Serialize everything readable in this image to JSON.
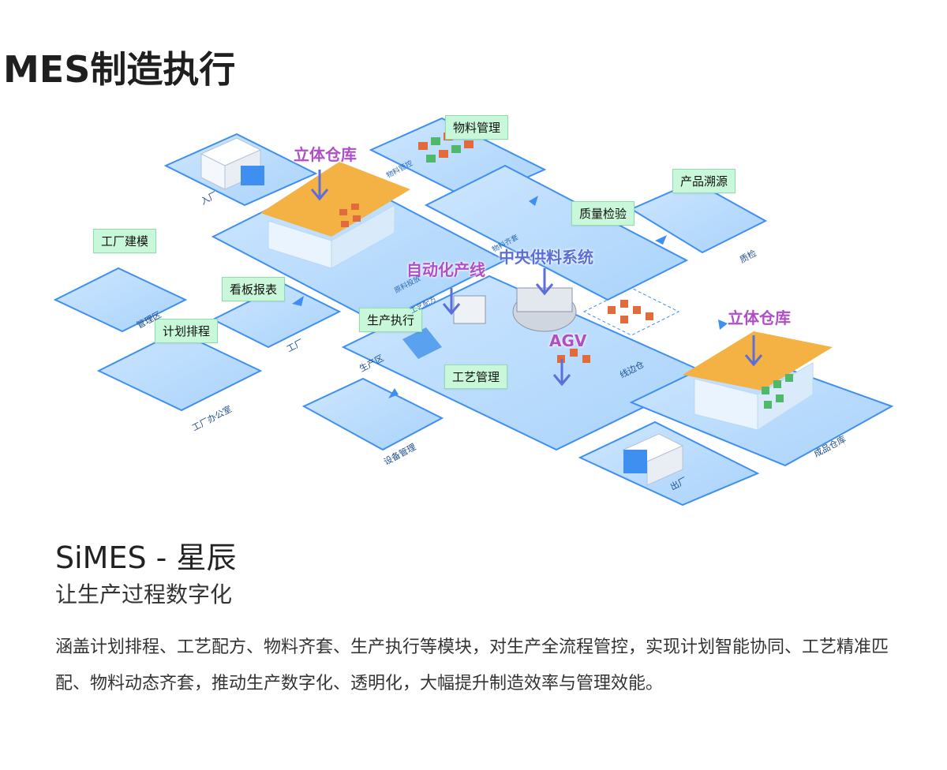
{
  "page": {
    "title": "MES制造执行"
  },
  "diagram": {
    "modules": {
      "material_mgmt": "物料管理",
      "product_trace": "产品溯源",
      "quality_check": "质量检验",
      "factory_modeling": "工厂建模",
      "kanban_report": "看板报表",
      "planning": "计划排程",
      "production_exec": "生产执行",
      "process_mgmt": "工艺管理"
    },
    "highlights": {
      "warehouse_top": "立体仓库",
      "warehouse_right": "立体仓库",
      "auto_line": "自动化产线",
      "central_feed": "中央供料系统",
      "agv": "AGV"
    },
    "zones": {
      "inbound": "入厂",
      "outbound": "出厂",
      "mgmt_area": "管理区",
      "factory_office": "工厂办公室",
      "equipment_mgmt": "设备管理",
      "production_area": "生产区",
      "line_side": "线边仓",
      "finished_warehouse": "成品仓库",
      "quality": "质检",
      "workshop": "工厂",
      "raw_feed": "原料投放",
      "material_pick": "物料管控",
      "process_recipe": "工艺配方",
      "material_kit": "物料齐套"
    }
  },
  "product": {
    "name": "SiMES - 星辰",
    "tagline": "让生产过程数字化",
    "description": "涵盖计划排程、工艺配方、物料齐套、生产执行等模块，对生产全流程管控，实现计划智能协同、工艺精准匹配、物料动态齐套，推动生产数字化、透明化，大幅提升制造效率与管理效能。"
  }
}
